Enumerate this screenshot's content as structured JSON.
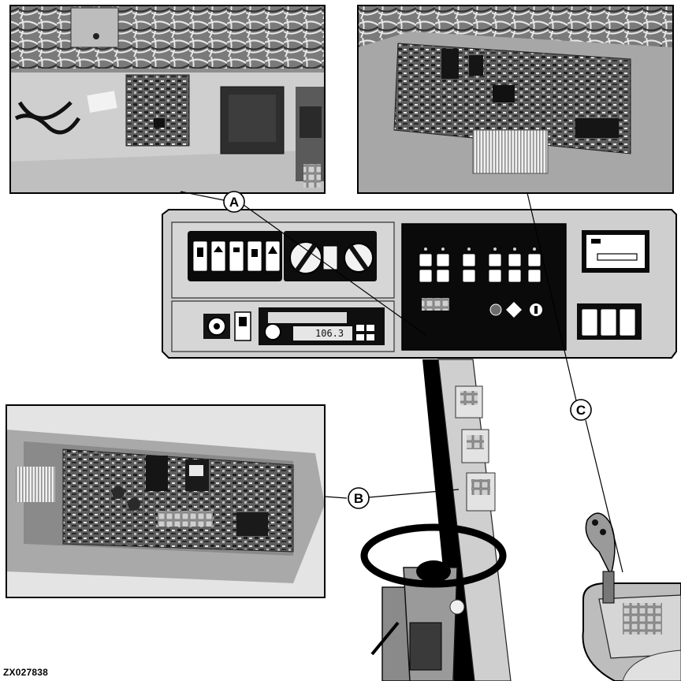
{
  "figure": {
    "id": "ZX027838",
    "callouts": [
      {
        "letter": "A"
      },
      {
        "letter": "B"
      },
      {
        "letter": "C"
      }
    ],
    "radio_display": "106.3",
    "colors": {
      "photo_light": "#d9d9d9",
      "photo_dark": "#3a3a3a",
      "panel_gray": "#c8c8c8",
      "panel_dark": "#111111",
      "board_mid": "#6a6a6a"
    }
  }
}
